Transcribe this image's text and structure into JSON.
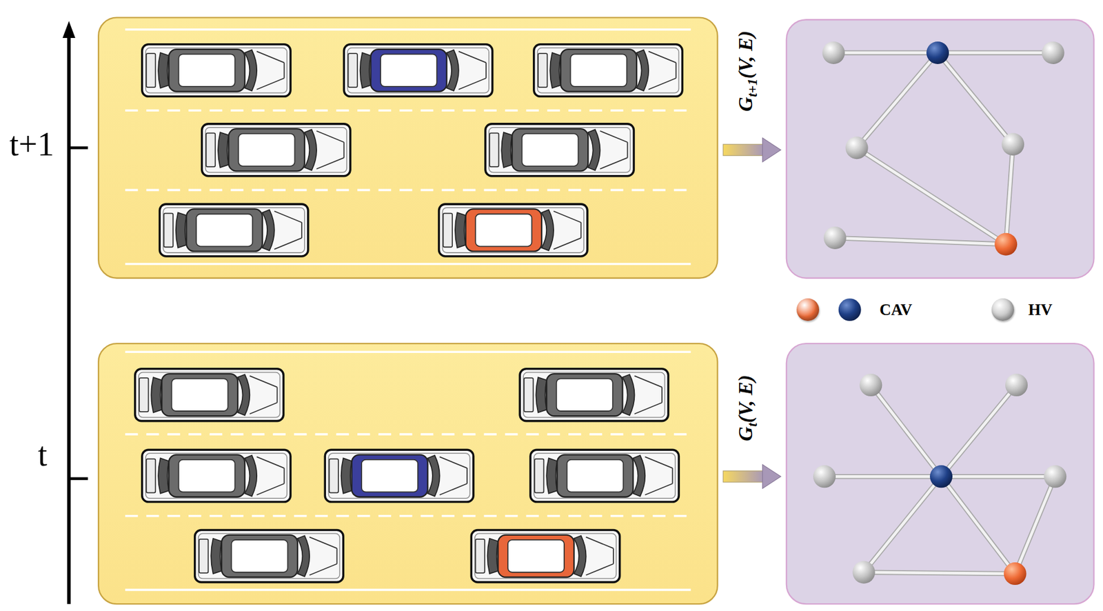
{
  "diagram": {
    "labels": [
      "t+1",
      "G",
      "t+1",
      "(V, E)",
      "t",
      "G",
      "t",
      "(V, E)"
    ],
    "legend": [
      {
        "text": "CAV",
        "color": "#ee6a35"
      },
      {
        "text": "HV",
        "color": "#c4c4c4"
      }
    ]
  }
}
